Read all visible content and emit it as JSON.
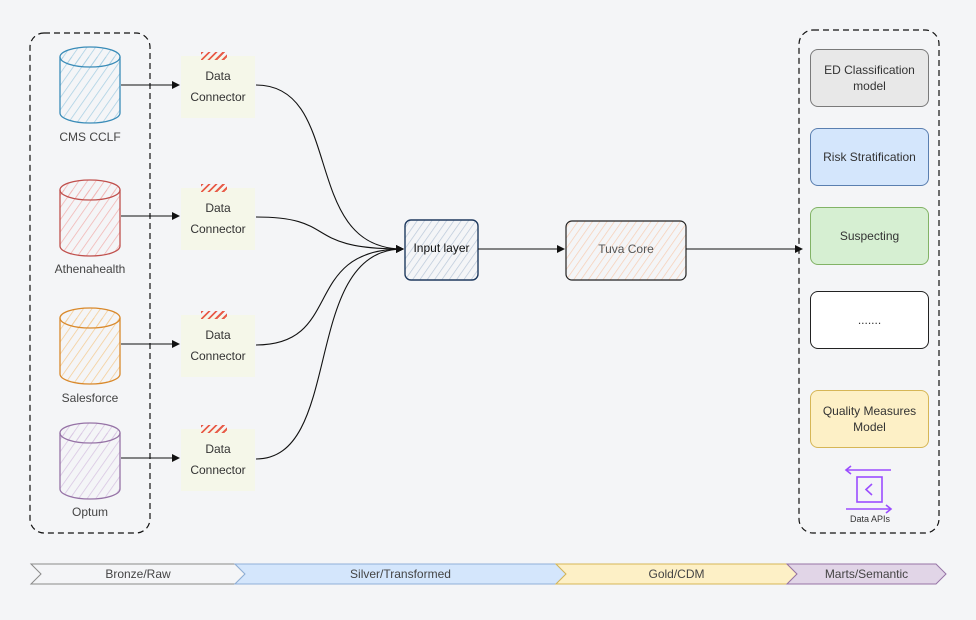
{
  "sources": [
    {
      "label": "CMS CCLF",
      "color": "#3a8cb8"
    },
    {
      "label": "Athenahealth",
      "color": "#c0504d"
    },
    {
      "label": "Salesforce",
      "color": "#d9892b"
    },
    {
      "label": "Optum",
      "color": "#9673a6"
    }
  ],
  "connectors": [
    {
      "line1": "Data",
      "line2": "Connector"
    },
    {
      "line1": "Data",
      "line2": "Connector"
    },
    {
      "line1": "Data",
      "line2": "Connector"
    },
    {
      "line1": "Data",
      "line2": "Connector"
    }
  ],
  "input_layer": "Input layer",
  "tuva_core": "Tuva Core",
  "marts": [
    {
      "label": "ED Classification model",
      "fill": "#e8e8e8",
      "border": "#7a7a7a"
    },
    {
      "label": "Risk Stratification",
      "fill": "#d4e6fc",
      "border": "#5a7fb0"
    },
    {
      "label": "Suspecting",
      "fill": "#d6efd2",
      "border": "#82b366"
    },
    {
      "label": ".......",
      "fill": "#ffffff",
      "border": "#222222"
    },
    {
      "label": "Quality Measures Model",
      "fill": "#fdf0c6",
      "border": "#d6b656"
    }
  ],
  "data_apis_label": "Data APIs",
  "stages": [
    {
      "label": "Bronze/Raw",
      "fill": "#f4f5f7",
      "border": "#8a8a8a"
    },
    {
      "label": "Silver/Transformed",
      "fill": "#d4e6fc",
      "border": "#8fb0d8"
    },
    {
      "label": "Gold/CDM",
      "fill": "#fdf0c6",
      "border": "#d6b656"
    },
    {
      "label": "Marts/Semantic",
      "fill": "#e1d5e7",
      "border": "#9673a6"
    }
  ]
}
